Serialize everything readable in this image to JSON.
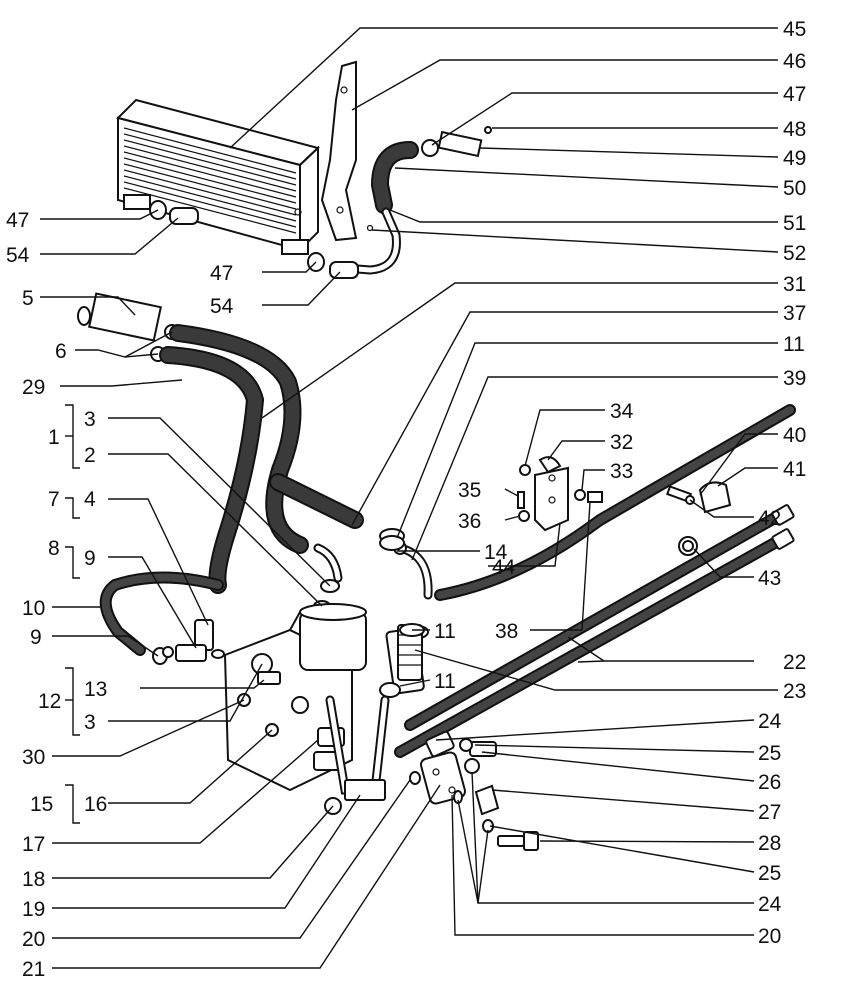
{
  "callouts": {
    "c45": "45",
    "c46": "46",
    "c47a": "47",
    "c48": "48",
    "c49": "49",
    "c50": "50",
    "c51": "51",
    "c52": "52",
    "c47b": "47",
    "c54a": "54",
    "c47c": "47",
    "c54b": "54",
    "c5": "5",
    "c6": "6",
    "c29": "29",
    "c31": "31",
    "c37": "37",
    "c11a": "11",
    "c39": "39",
    "c1": "1",
    "c3a": "3",
    "c2": "2",
    "c7": "7",
    "c4": "4",
    "c8": "8",
    "c9a": "9",
    "c10": "10",
    "c9b": "9",
    "c12": "12",
    "c13": "13",
    "c3b": "3",
    "c30": "30",
    "c15": "15",
    "c16": "16",
    "c17": "17",
    "c18": "18",
    "c19": "19",
    "c20a": "20",
    "c21": "21",
    "c34": "34",
    "c32": "32",
    "c35": "35",
    "c33": "33",
    "c36": "36",
    "c40": "40",
    "c41": "41",
    "c42": "42",
    "c43": "43",
    "c14": "14",
    "c44": "44",
    "c11b": "11",
    "c38": "38",
    "c11c": "11",
    "c22": "22",
    "c23": "23",
    "c24a": "24",
    "c25a": "25",
    "c26": "26",
    "c27": "27",
    "c28": "28",
    "c25b": "25",
    "c24b": "24",
    "c20b": "20"
  }
}
